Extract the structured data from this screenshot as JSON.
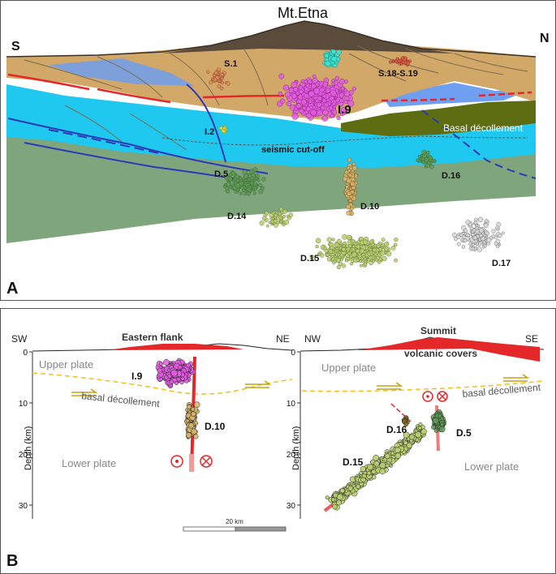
{
  "panel_a": {
    "letter": "A",
    "left_dir": "S",
    "right_dir": "N",
    "volcano": "Mt.Etna",
    "labels": {
      "s1": "S.1",
      "s18": "S.18-S.19",
      "i9": "I.9",
      "i2": "I.2",
      "cutoff": "seismic cut-off",
      "basal": "Basal décollement",
      "d5": "D.5",
      "d16": "D.16",
      "d14": "D.14",
      "d10": "D.10",
      "d15": "D.15",
      "d17": "D.17"
    },
    "colors": {
      "upper_tan": "#d2a868",
      "blue_light": "#1ec8ee",
      "blue_mid": "#6f9ff0",
      "green_lower": "#7fa57d",
      "basal_olive": "#5f6d12",
      "fault_blue": "#2b39b8",
      "thrust_red": "#e4282a",
      "cluster_pink": "#e35ce0",
      "cluster_cyan": "#40e4d4",
      "cluster_green": "#5f9a55",
      "cluster_yellowgreen": "#b9cf72",
      "cluster_tan": "#d7b46c",
      "cluster_grey": "#d7d7d7"
    }
  },
  "panel_b": {
    "letter": "B",
    "left": {
      "sw": "SW",
      "ne": "NE",
      "flank": "Eastern flank",
      "upper": "Upper plate",
      "lower": "Lower plate",
      "basal": "basal décollement",
      "i9": "I.9",
      "d10": "D.10",
      "scale": "20 km",
      "ticks": [
        "0",
        "10",
        "20",
        "30"
      ],
      "depth": "Depth (km)"
    },
    "right": {
      "nw": "NW",
      "se": "SE",
      "summit": "Summit",
      "covers": "volcanic covers",
      "upper": "Upper plate",
      "lower": "Lower plate",
      "basal": "basal décollement",
      "d16": "D.16",
      "d5": "D.5",
      "d15": "D.15",
      "ticks": [
        "0",
        "10",
        "20",
        "30"
      ],
      "depth": "Depth (km)"
    }
  }
}
